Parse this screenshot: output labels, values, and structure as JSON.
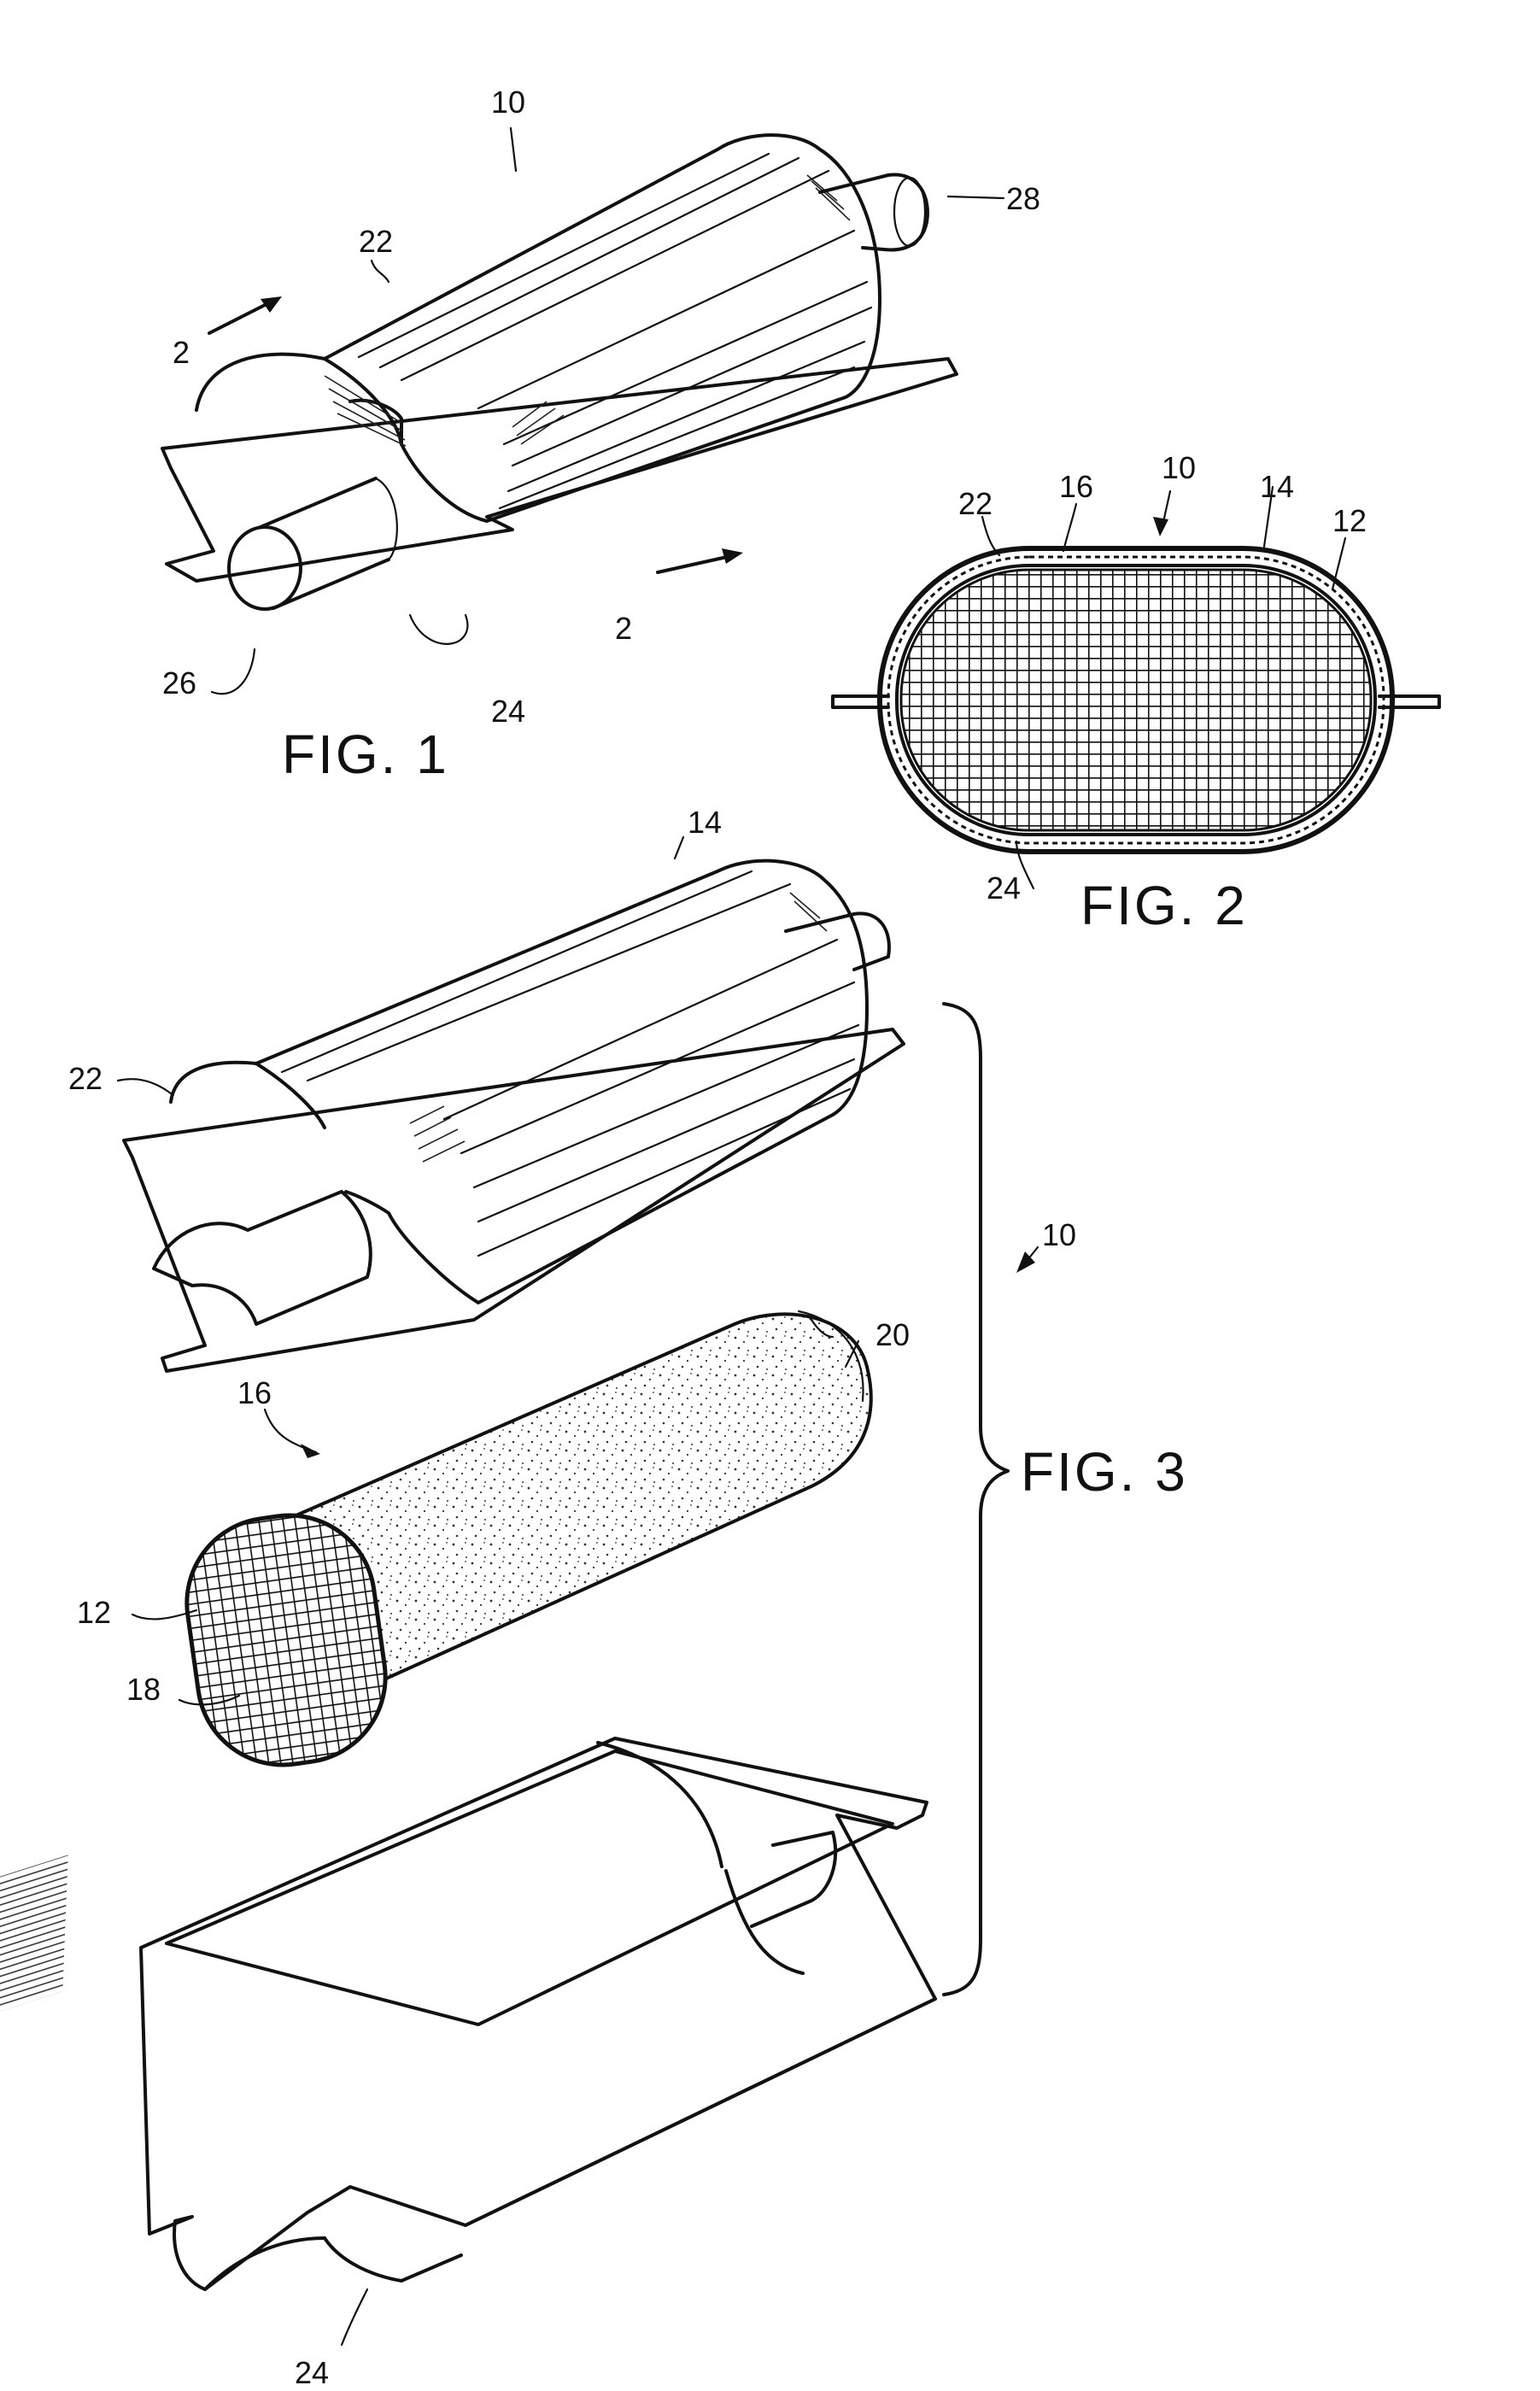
{
  "figures": {
    "fig1": {
      "caption": "FIG. 1",
      "refs": {
        "assembly": "10",
        "top_shell": "22",
        "bottom_shell": "24",
        "inlet": "26",
        "outlet": "28",
        "section_a": "2",
        "section_b": "2"
      }
    },
    "fig2": {
      "caption": "FIG. 2",
      "refs": {
        "assembly": "10",
        "top_shell": "22",
        "mat": "16",
        "housing": "14",
        "substrate": "12",
        "bottom_shell": "24"
      }
    },
    "fig3": {
      "caption": "FIG. 3",
      "refs": {
        "housing": "14",
        "top_shell": "22",
        "assembly": "10",
        "mat_edge": "20",
        "mat": "16",
        "substrate": "12",
        "substrate_face": "18",
        "bottom_shell": "24"
      }
    }
  },
  "colors": {
    "ink": "#111111",
    "paper": "#ffffff"
  }
}
